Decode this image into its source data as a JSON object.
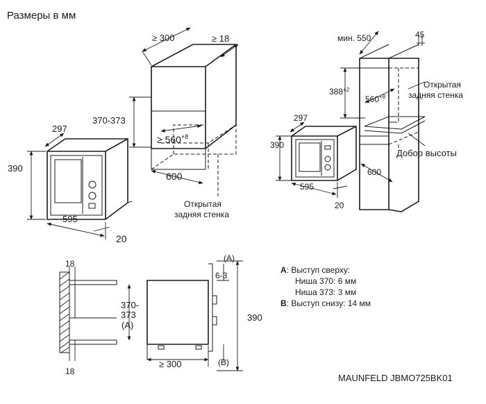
{
  "title": "Размеры в мм",
  "model": "MAUNFELD JBMO725BK01",
  "top_left": {
    "niche_w": "≥ 300",
    "gap": "≥ 18",
    "niche_h": "370-373",
    "depth": "≥ 560",
    "depth_tol": "+8",
    "niche_width": "600",
    "oven_depth": "297",
    "oven_h": "390",
    "oven_w": "595",
    "front": "20",
    "rear_l1": "Открытая",
    "rear_l2": "задняя стенка"
  },
  "top_right": {
    "min_depth": "мин. 550",
    "gap": "45",
    "height": "388",
    "height_tol": "+2",
    "depth": "560",
    "depth_tol": "+8",
    "oven_depth": "297",
    "oven_h": "390",
    "oven_w": "595",
    "front": "20",
    "width": "600",
    "rear_l1": "Открытая",
    "rear_l2": "задняя стенка",
    "shelf": "Добор высоты"
  },
  "bottom": {
    "gap_top": "18",
    "gap_bottom": "18",
    "niche_l1": "370-",
    "niche_l2": "373",
    "niche_l3": "(A)",
    "depth": "≥ 300",
    "mark_a": "(A)",
    "mark_b": "(B)",
    "offset": "6-3",
    "height": "390"
  },
  "notes": {
    "a_key": "A",
    "a_text": ": Выступ сверху:",
    "n370_label": "Ниша",
    "n370_val": "370",
    "n370_text": ": 6 мм",
    "n373_label": "Ниша",
    "n373_val": "373",
    "n373_text": ": 3 мм",
    "b_key": "B",
    "b_text": ": Выступ снизу:",
    "b_val": "14 мм"
  }
}
